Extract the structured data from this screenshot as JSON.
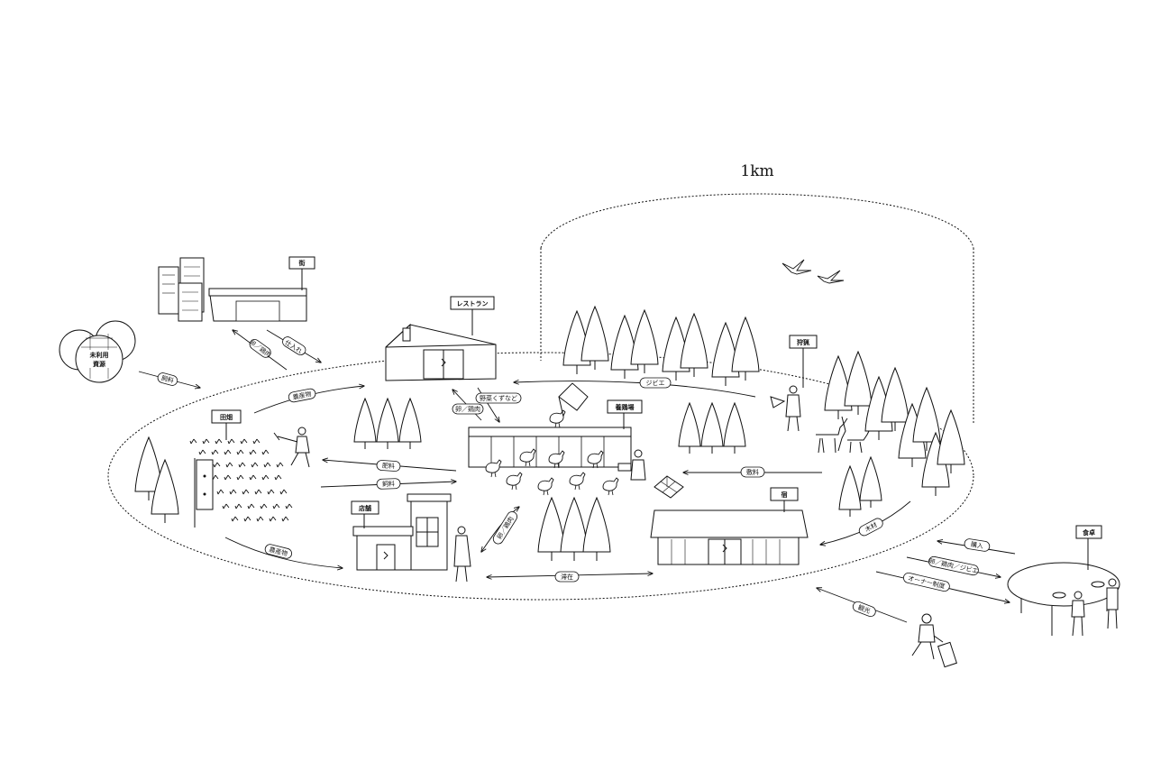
{
  "scale_label": "1km",
  "places": {
    "town": "街",
    "restaurant": "レストラン",
    "hunting": "狩猟",
    "poultry_farm": "養鶏場",
    "fields": "田畑",
    "shop": "店舗",
    "inn": "宿",
    "dining_table": "食卓",
    "unused_resources": "未利用\n資源"
  },
  "flows": {
    "egg_chicken_1": "卵／鶏肉",
    "purchasing": "仕入れ",
    "feed_1": "飼料",
    "produce_1": "農産物",
    "vegetable_scraps": "野菜くずなど",
    "egg_chicken_2": "卵／鶏肉",
    "gibier": "ジビエ",
    "fertilizer": "肥料",
    "feed_2": "飼料",
    "bedding": "敷料",
    "egg_chicken_3": "卵／鶏肉",
    "produce_2": "農産物",
    "stay": "滞在",
    "lumber": "木材",
    "purchase": "購入",
    "egg_chicken_gibier": "卵／鶏肉／ジビエ",
    "owner_system": "オーナー制度",
    "sightseeing": "観光"
  }
}
